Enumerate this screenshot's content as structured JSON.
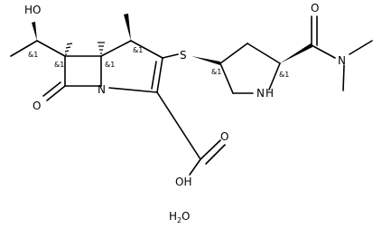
{
  "molecule": {
    "atom_labels": {
      "hydroxyl": "HO",
      "sulfur": "S",
      "carbonyl_oxygen_left": "O",
      "ring_nitrogen": "N",
      "amide_oxygen": "O",
      "amide_nitrogen": "N",
      "pyrrolidine_nitrogen": "N",
      "pyrrolidine_hydrogen": "H",
      "acid_oxygen": "O",
      "acid_hydroxyl": "OH"
    },
    "stereo_labels": {
      "c8": "&1",
      "c6": "&1",
      "c5": "&1",
      "c4": "&1",
      "pyr_c3": "&1",
      "pyr_c5": "&1"
    },
    "water": {
      "symbol_h": "H",
      "subscript": "2",
      "symbol_o": "O"
    }
  }
}
